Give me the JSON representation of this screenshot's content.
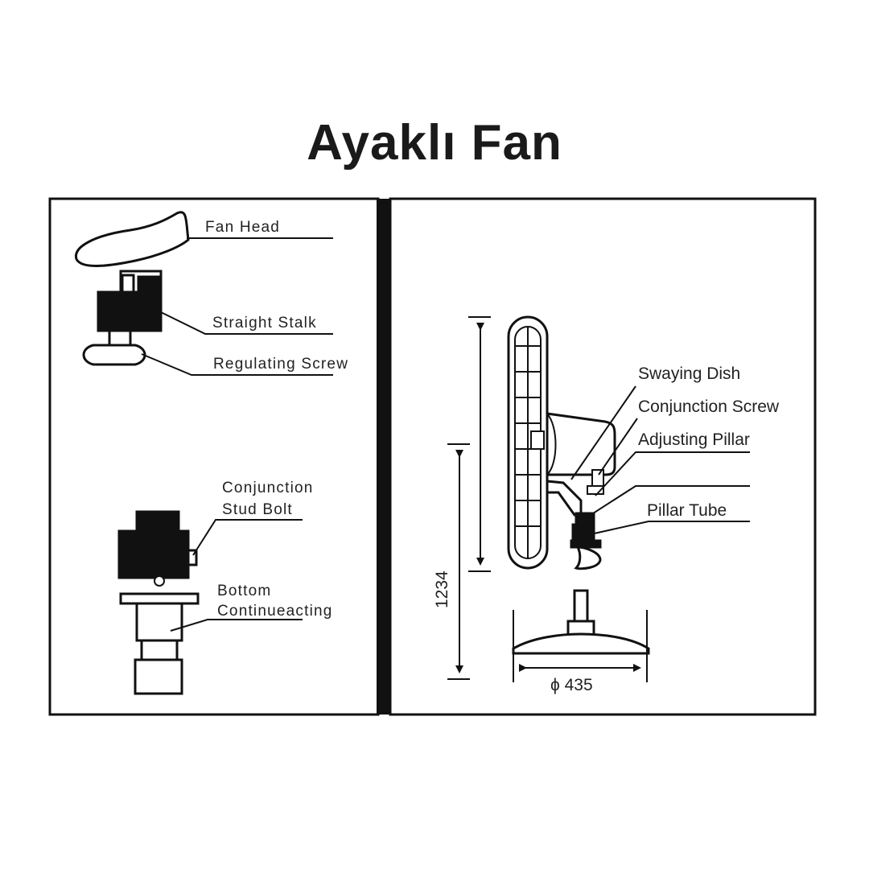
{
  "title": "Ayaklı Fan",
  "left_panel": {
    "labels": {
      "fan_head": "Fan Head",
      "straight_stalk": "Straight Stalk",
      "regulating_screw": "Regulating Screw",
      "conjunction_stud_bolt_1": "Conjunction",
      "conjunction_stud_bolt_2": "Stud Bolt",
      "bottom_continueacting_1": "Bottom",
      "bottom_continueacting_2": "Continueacting"
    }
  },
  "right_panel": {
    "labels": {
      "swaying_dish": "Swaying Dish",
      "conjunction_screw": "Conjunction Screw",
      "adjusting_pillar": "Adjusting Pillar",
      "pillar_tube": "Pillar Tube"
    },
    "dimensions": {
      "height": "1234",
      "base_diameter": "ϕ 435"
    }
  }
}
